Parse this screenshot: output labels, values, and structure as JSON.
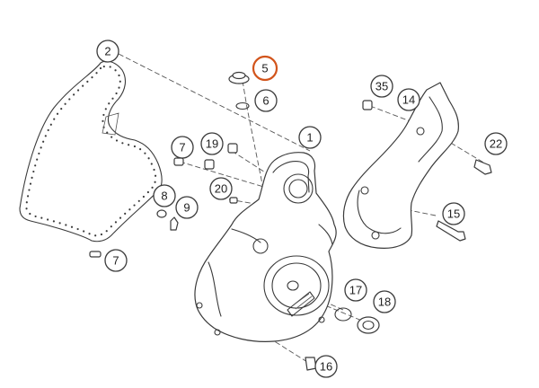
{
  "callouts": [
    {
      "id": "1",
      "label": "1"
    },
    {
      "id": "2",
      "label": "2"
    },
    {
      "id": "5",
      "label": "5",
      "highlighted": true
    },
    {
      "id": "6",
      "label": "6"
    },
    {
      "id": "7a",
      "label": "7"
    },
    {
      "id": "7b",
      "label": "7"
    },
    {
      "id": "8",
      "label": "8"
    },
    {
      "id": "9",
      "label": "9"
    },
    {
      "id": "14",
      "label": "14"
    },
    {
      "id": "15",
      "label": "15"
    },
    {
      "id": "16",
      "label": "16"
    },
    {
      "id": "17",
      "label": "17"
    },
    {
      "id": "18",
      "label": "18"
    },
    {
      "id": "19",
      "label": "19"
    },
    {
      "id": "20",
      "label": "20"
    },
    {
      "id": "22",
      "label": "22"
    },
    {
      "id": "35",
      "label": "35"
    }
  ],
  "colors": {
    "line": "#3a3a3a",
    "highlight": "#d2541b",
    "background": "#ffffff"
  }
}
